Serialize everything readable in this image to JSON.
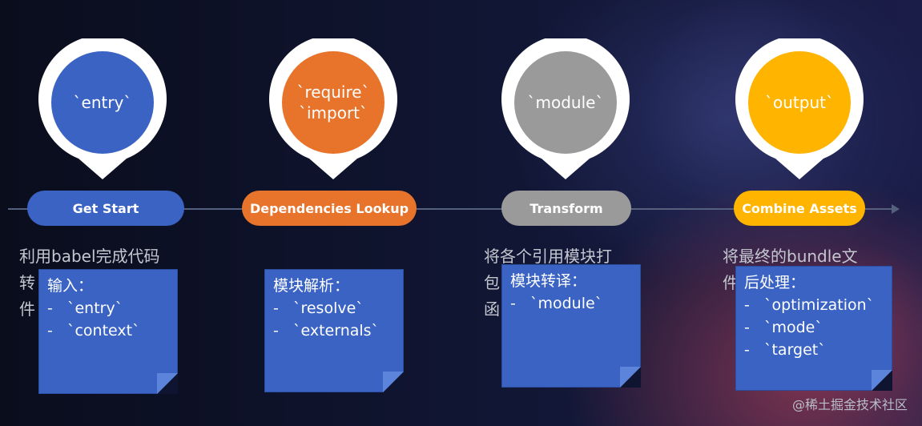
{
  "steps": [
    {
      "pin_lines": "`entry`",
      "stage_label": "Get Start",
      "underlay_text": "利用babel完成代码\n转\n件",
      "note_title": "输入：",
      "note_items": [
        "-   `entry`",
        "-   `context`"
      ],
      "color": "#3b63c4"
    },
    {
      "pin_lines": "`require`\n`import`",
      "stage_label": "Dependencies Lookup",
      "underlay_text": "",
      "note_title": "模块解析：",
      "note_items": [
        "-   `resolve`",
        "-   `externals`"
      ],
      "color": "#e8732a"
    },
    {
      "pin_lines": "`module`",
      "stage_label": "Transform",
      "underlay_text": "将各个引用模块打\n包\n函",
      "note_title": "模块转译：",
      "note_items": [
        "-   `module`"
      ],
      "color": "#9a9a9a"
    },
    {
      "pin_lines": "`output`",
      "stage_label": "Combine Assets",
      "underlay_text": "将最终的bundle文\n件",
      "note_title": "后处理：",
      "note_items": [
        "-   `optimization`",
        "-   `mode`",
        "-   `target`"
      ],
      "color": "#ffb400"
    }
  ],
  "watermark": "@稀土掘金技术社区"
}
